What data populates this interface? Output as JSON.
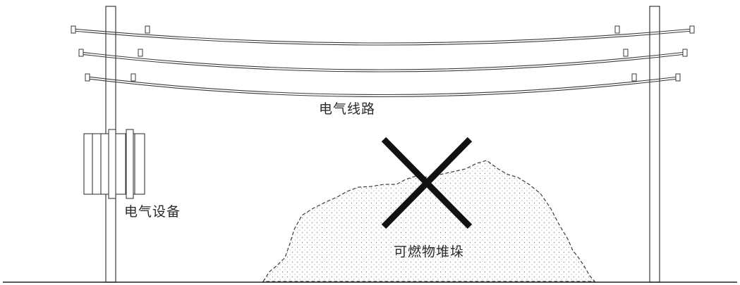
{
  "labels": {
    "electrical_lines": "电气线路",
    "electrical_equipment": "电气设备",
    "combustible_pile": "可燃物堆垛"
  },
  "colors": {
    "ink": "#2a2a2a",
    "cross": "#111111",
    "background": "#ffffff"
  },
  "icons": {
    "prohibition_mark": "cross-icon",
    "insulator": "insulator-icon",
    "electrical_cabinet": "electrical-equipment-icon"
  }
}
